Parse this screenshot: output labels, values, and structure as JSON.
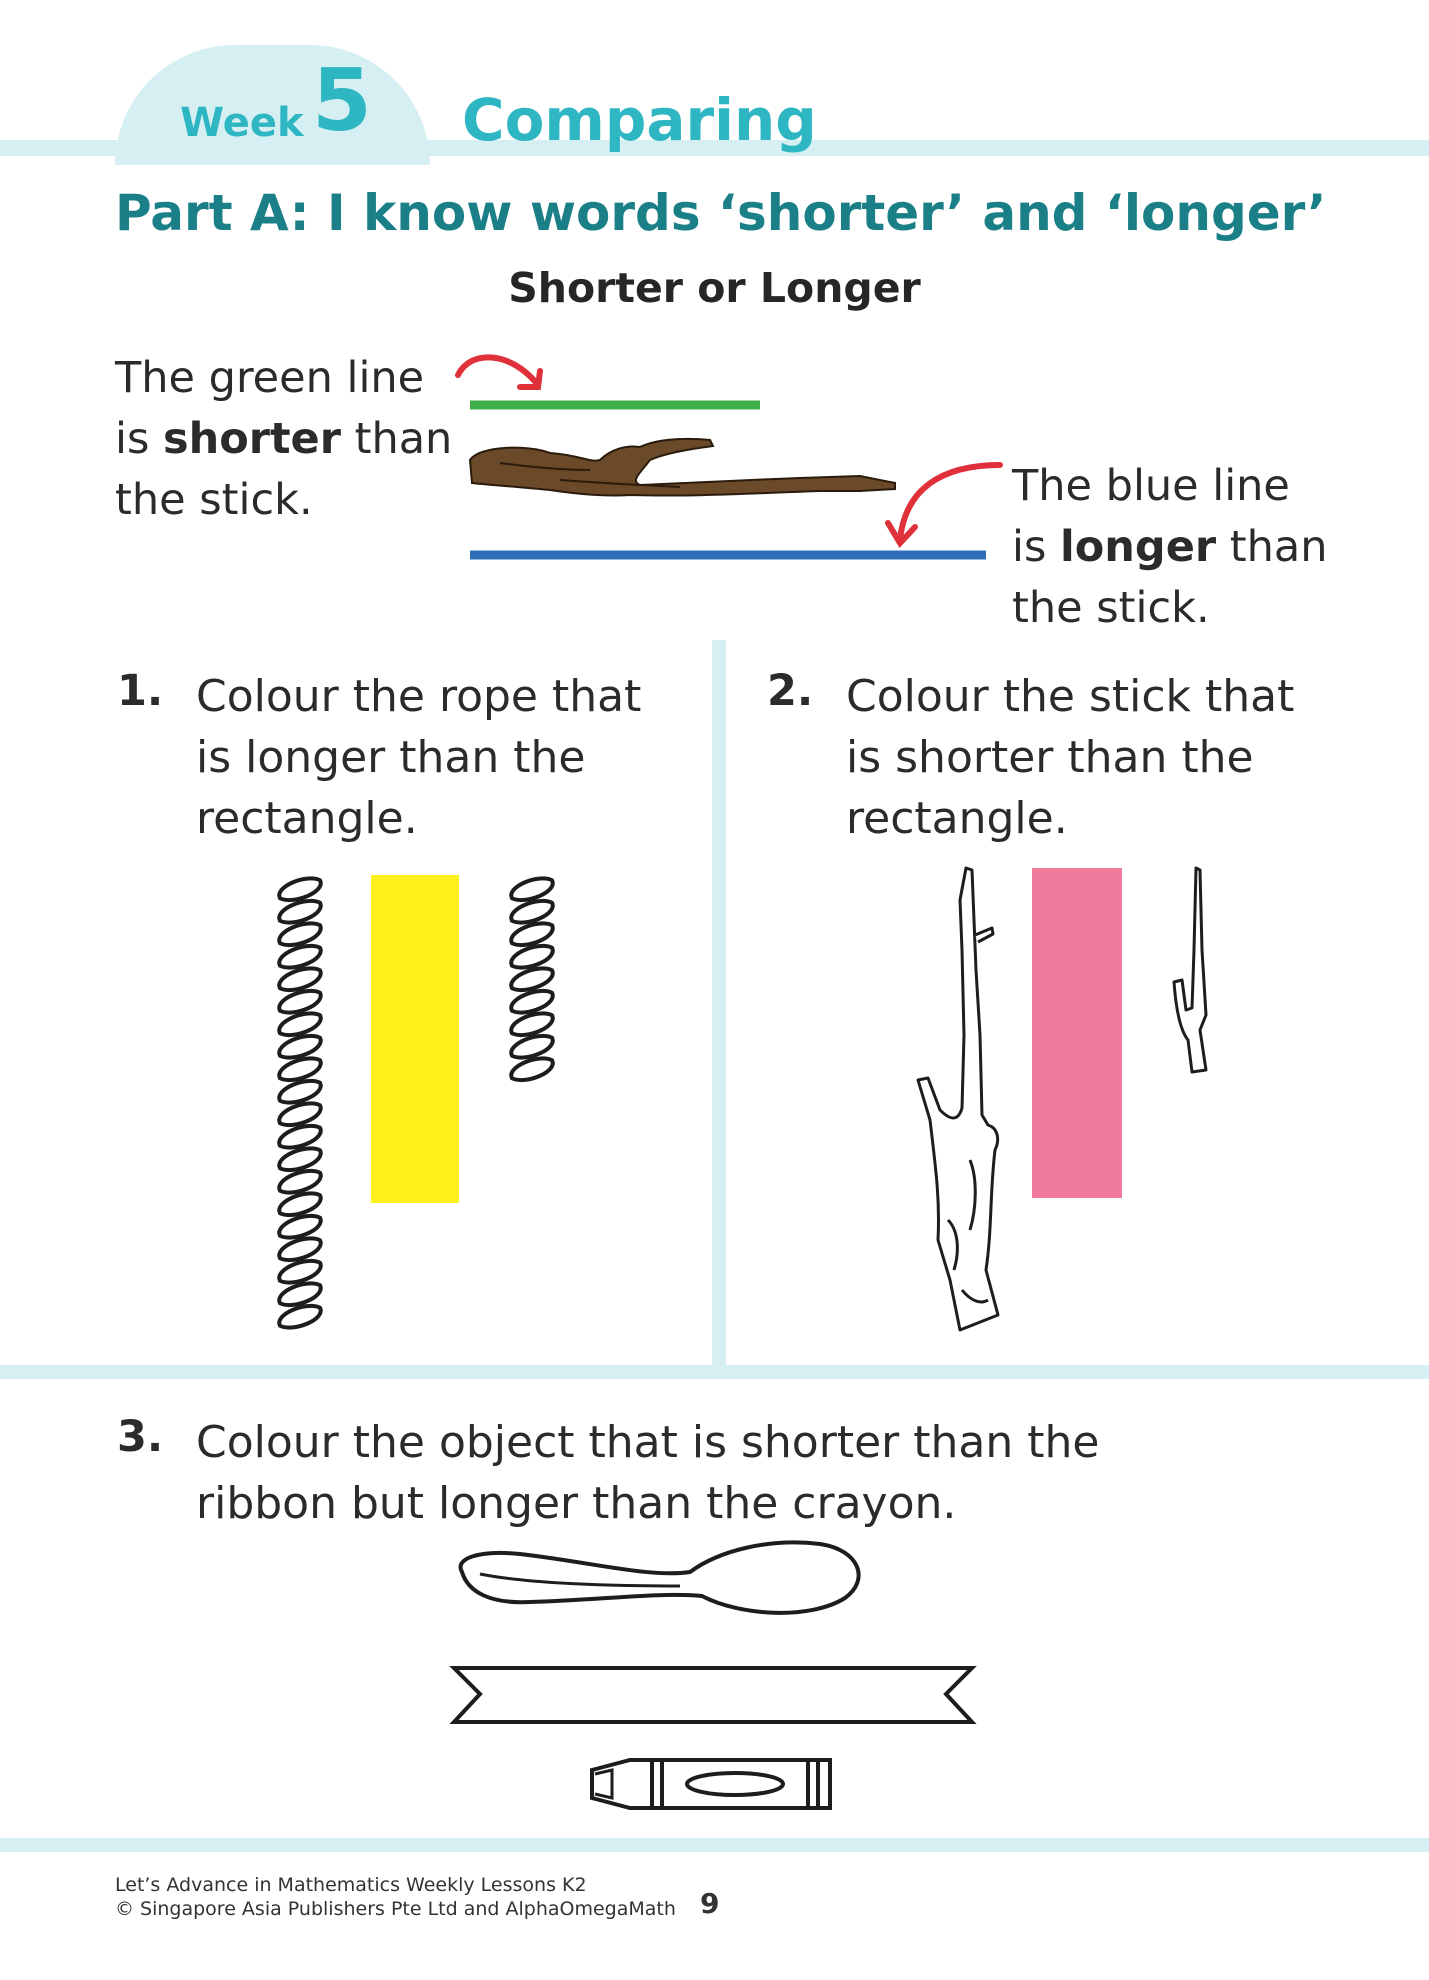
{
  "header": {
    "week_label": "Week",
    "week_number": "5",
    "title": "Comparing"
  },
  "part_heading": "Part A: I know words ‘shorter’ and ‘longer’",
  "sub_heading": "Shorter or Longer",
  "example": {
    "green_line_text": [
      "The green line",
      "is ",
      "shorter",
      " than",
      "the stick."
    ],
    "blue_line_text": [
      "The blue line",
      "is ",
      "longer",
      " than",
      "the stick."
    ]
  },
  "questions": [
    {
      "number": "1.",
      "lines": [
        "Colour the rope that",
        "is longer than the",
        "rectangle."
      ]
    },
    {
      "number": "2.",
      "lines": [
        "Colour the stick that",
        "is shorter than the",
        "rectangle."
      ]
    },
    {
      "number": "3.",
      "lines": [
        "Colour the object that is shorter than the",
        "ribbon but longer than the crayon."
      ]
    }
  ],
  "footer": {
    "line1": "Let’s Advance in Mathematics Weekly Lessons K2",
    "line2": "© Singapore Asia Publishers Pte Ltd and AlphaOmegaMath",
    "page_number": "9"
  },
  "colors": {
    "accent_teal": "#2eb7c3",
    "heading_teal": "#1b7f88",
    "band": "#d6eff2",
    "green_line": "#3fae49",
    "blue_line": "#2f6fb8",
    "arrow_red": "#e0303a",
    "rectangle_yellow": "#fff01c",
    "rectangle_pink": "#f07a9c"
  }
}
